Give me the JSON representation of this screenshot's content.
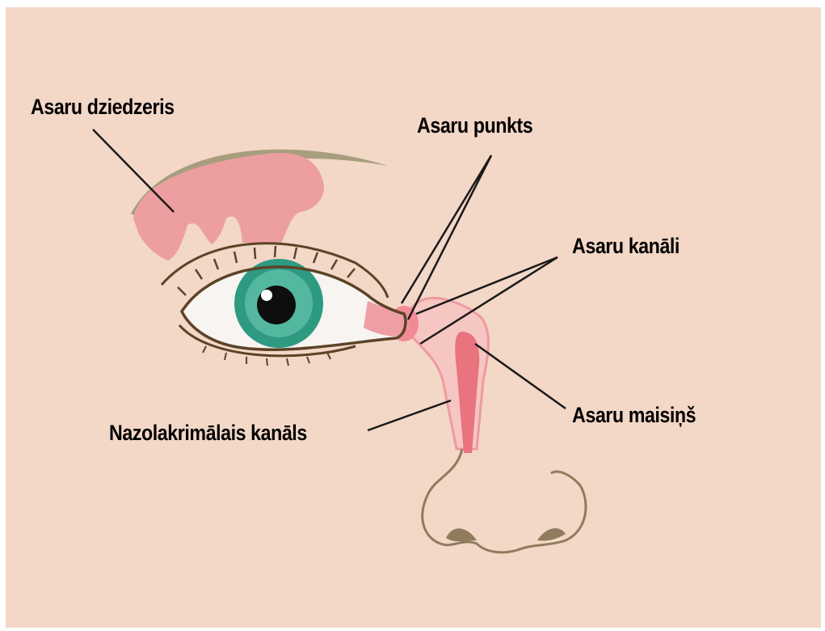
{
  "labels": {
    "lacrimal_gland": "Asaru dziedzeris",
    "lacrimal_punctum": "Asaru punkts",
    "lacrimal_canaliculi": "Asaru kanāli",
    "lacrimal_sac": "Asaru maisiņš",
    "nasolacrimal_duct": "Nazolakrimālais kanāls"
  },
  "colors": {
    "background": "#f3d7c7",
    "gland": "#ec9ea0",
    "brow": "#a79e7e",
    "iris": "#2e9a82",
    "outline": "#5c4327",
    "duct": "#e9737e"
  }
}
